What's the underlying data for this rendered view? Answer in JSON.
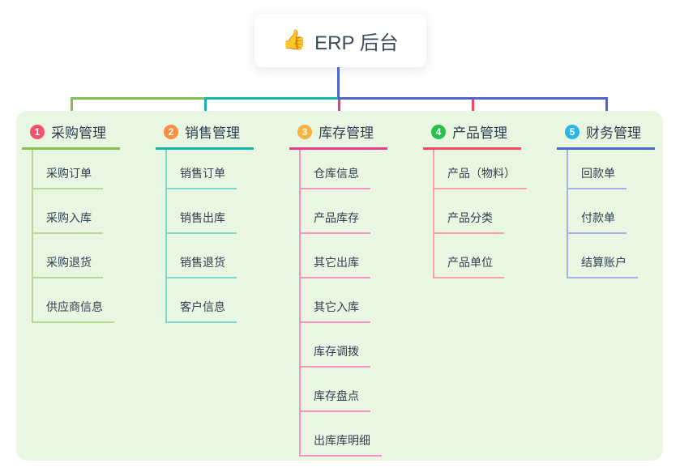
{
  "root": {
    "icon": "👍",
    "icon_name": "thumbs-up-icon",
    "label": "ERP 后台"
  },
  "colors": {
    "page_bg": "#ffffff",
    "panel_bg": "#e9f6e1",
    "root_line": "#5064cf",
    "title_text": "#2d3e50",
    "child_text": "#304052"
  },
  "branches": [
    {
      "num": "1",
      "label": "采购管理",
      "badge_color": "#f4516c",
      "line_color": "#84c051",
      "child_line_color": "#b5dc90",
      "children": [
        "采购订单",
        "采购入库",
        "采购退货",
        "供应商信息"
      ]
    },
    {
      "num": "2",
      "label": "销售管理",
      "badge_color": "#fd8f3e",
      "line_color": "#14b8ab",
      "child_line_color": "#82d8cd",
      "children": [
        "销售订单",
        "销售出库",
        "销售退货",
        "客户信息"
      ]
    },
    {
      "num": "3",
      "label": "库存管理",
      "badge_color": "#fcb13e",
      "line_color": "#e8388f",
      "child_line_color": "#f295c4",
      "children": [
        "仓库信息",
        "产品库存",
        "其它出库",
        "其它入库",
        "库存调拨",
        "库存盘点",
        "出库库明细"
      ]
    },
    {
      "num": "4",
      "label": "产品管理",
      "badge_color": "#27c24c",
      "line_color": "#f8485e",
      "child_line_color": "#faa0a9",
      "children": [
        "产品（物料）",
        "产品分类",
        "产品单位"
      ]
    },
    {
      "num": "5",
      "label": "财务管理",
      "badge_color": "#2eb5e8",
      "line_color": "#4965d2",
      "child_line_color": "#a3b2e8",
      "children": [
        "回款单",
        "付款单",
        "结算账户"
      ]
    }
  ]
}
